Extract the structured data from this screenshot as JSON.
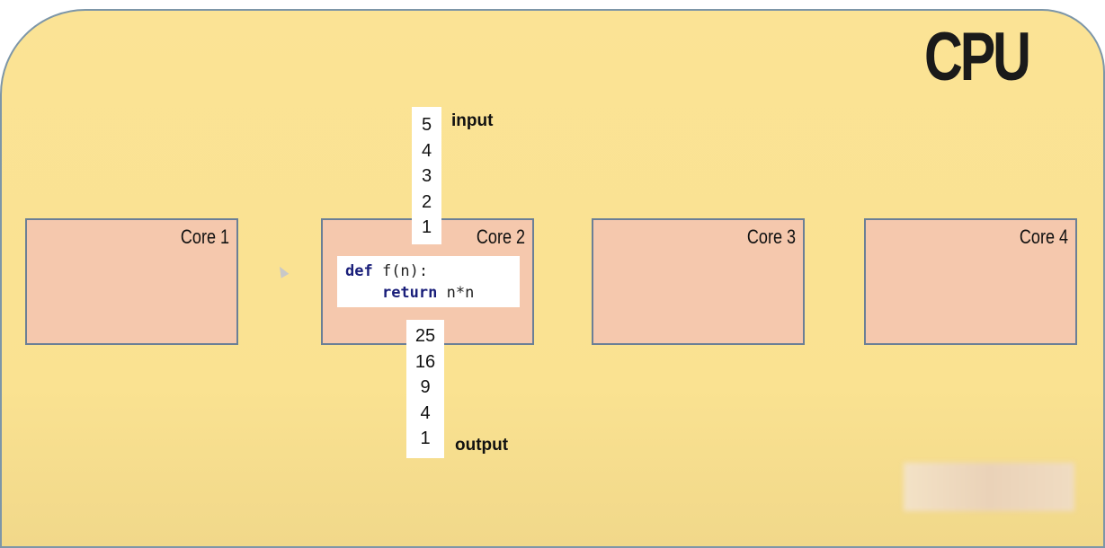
{
  "title": "CPU",
  "cores": [
    {
      "label": "Core 1"
    },
    {
      "label": "Core 2"
    },
    {
      "label": "Core 3"
    },
    {
      "label": "Core 4"
    }
  ],
  "input": {
    "label": "input",
    "values": [
      "5",
      "4",
      "3",
      "2",
      "1"
    ]
  },
  "output": {
    "label": "output",
    "values": [
      "25",
      "16",
      "9",
      "4",
      "1"
    ]
  },
  "code": {
    "line1_kw": "def",
    "line1_rest": " f(n):",
    "line2_indent": "    ",
    "line2_kw": "return",
    "line2_rest": " n*n"
  },
  "colors": {
    "board": "#fbe395",
    "core_fill": "#f5c8ad",
    "core_border": "#6b7f96",
    "keyword": "#1a1f7a"
  }
}
